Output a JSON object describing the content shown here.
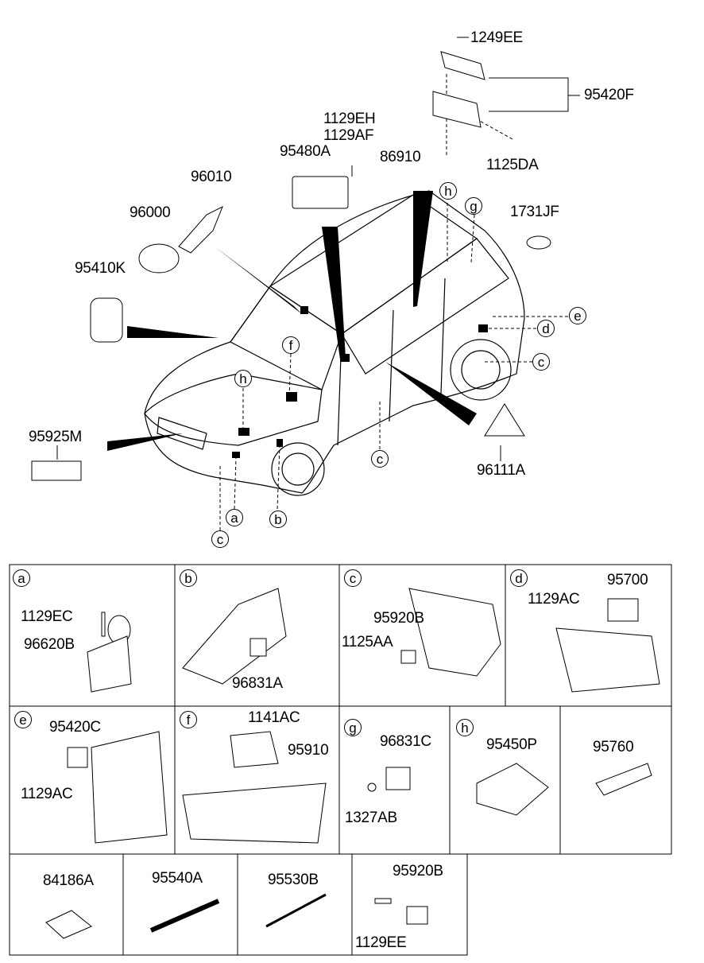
{
  "overview_callouts": [
    {
      "id": "1249EE",
      "text": "1249EE"
    },
    {
      "id": "95420F",
      "text": "95420F"
    },
    {
      "id": "1129EH",
      "text": "1129EH"
    },
    {
      "id": "1129AF",
      "text": "1129AF"
    },
    {
      "id": "95480A",
      "text": "95480A"
    },
    {
      "id": "86910",
      "text": "86910"
    },
    {
      "id": "1125DA",
      "text": "1125DA"
    },
    {
      "id": "96010",
      "text": "96010"
    },
    {
      "id": "96000",
      "text": "96000"
    },
    {
      "id": "1731JF",
      "text": "1731JF"
    },
    {
      "id": "95410K",
      "text": "95410K"
    },
    {
      "id": "95925M",
      "text": "95925M"
    },
    {
      "id": "96111A",
      "text": "96111A"
    }
  ],
  "overview_letters": [
    "a",
    "b",
    "c",
    "c",
    "c",
    "d",
    "e",
    "f",
    "g",
    "h",
    "h"
  ],
  "detail_cells": [
    {
      "letter": "a",
      "labels": [
        "1129EC",
        "96620B"
      ]
    },
    {
      "letter": "b",
      "labels": [
        "96831A"
      ]
    },
    {
      "letter": "c",
      "labels": [
        "95920B",
        "1125AA"
      ]
    },
    {
      "letter": "d",
      "labels": [
        "95700",
        "1129AC"
      ]
    },
    {
      "letter": "e",
      "labels": [
        "95420C",
        "1129AC"
      ]
    },
    {
      "letter": "f",
      "labels": [
        "1141AC",
        "95910"
      ]
    },
    {
      "letter": "g",
      "labels": [
        "96831C",
        "1327AB"
      ]
    },
    {
      "letter": "h",
      "labels": [
        "95450P"
      ]
    },
    {
      "letter": "",
      "labels": [
        "95760"
      ]
    }
  ],
  "bottom_cells": [
    {
      "labels": [
        "84186A"
      ]
    },
    {
      "labels": [
        "95540A"
      ]
    },
    {
      "labels": [
        "95530B"
      ]
    },
    {
      "labels": [
        "95920B",
        "1129EE"
      ]
    }
  ]
}
